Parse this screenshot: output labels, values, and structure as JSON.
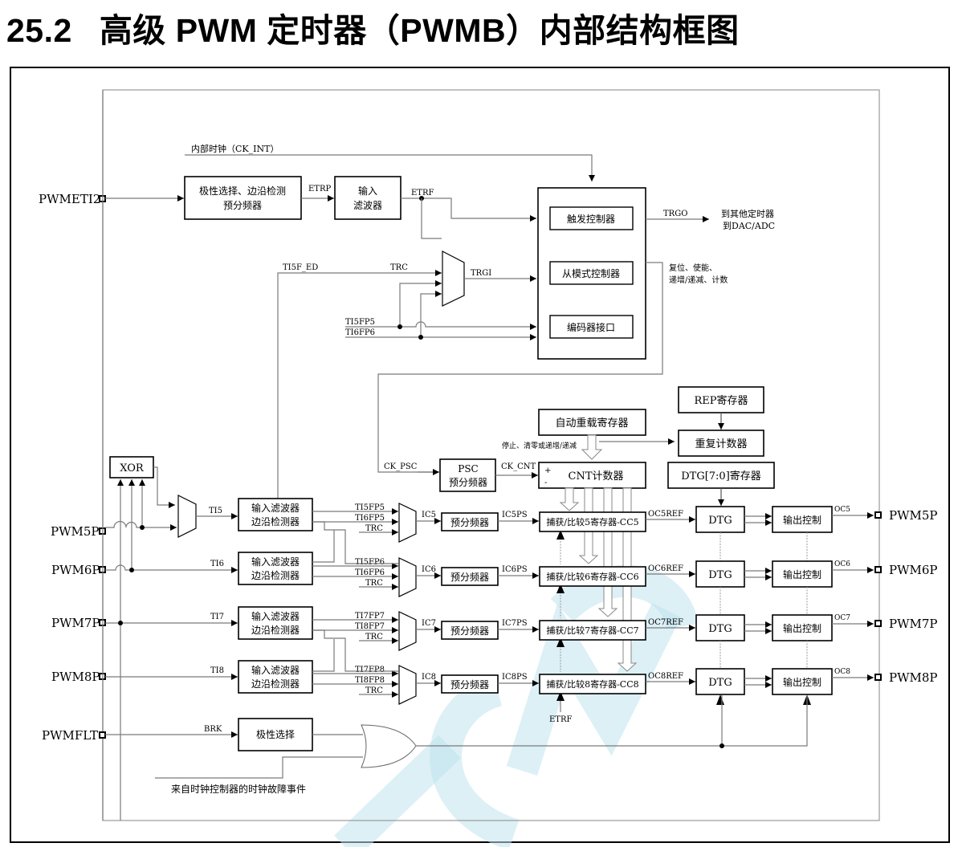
{
  "title": {
    "number": "25.2",
    "text": "高级 PWM 定时器（PWMB）内部结构框图"
  },
  "pins": {
    "etr": "PWMETI2",
    "ch5": "PWM5P",
    "ch6": "PWM6P",
    "ch7": "PWM7P",
    "ch8": "PWM8P",
    "flt": "PWMFLT",
    "out5": "PWM5P",
    "out6": "PWM6P",
    "out7": "PWM7P",
    "out8": "PWM8P"
  },
  "blocks": {
    "etr_prescaler_line1": "极性选择、边沿检测",
    "etr_prescaler_line2": "预分频器",
    "etr_filter_line1": "输入",
    "etr_filter_line2": "滤波器",
    "trigger_controller": "触发控制器",
    "slave_controller": "从模式控制器",
    "encoder_interface": "编码器接口",
    "auto_reload": "自动重载寄存器",
    "rep_register": "REP寄存器",
    "repetition_counter": "重复计数器",
    "dtg_register": "DTG[7:0]寄存器",
    "psc_line1": "PSC",
    "psc_line2": "预分频器",
    "cnt_counter": "CNT计数器",
    "cnt_plus": "+",
    "cnt_minus": "-",
    "xor": "XOR",
    "input_filter_line1": "输入滤波器",
    "input_filter_line2": "边沿检测器",
    "ic_prescaler": "预分频器",
    "cc5": "捕获/比较5寄存器-CC5",
    "cc6": "捕获/比较6寄存器-CC6",
    "cc7": "捕获/比较7寄存器-CC7",
    "cc8": "捕获/比较8寄存器-CC8",
    "dtg": "DTG",
    "output_control": "输出控制",
    "polarity_select": "极性选择"
  },
  "signals": {
    "ck_int": "内部时钟（CK_INT）",
    "etrp": "ETRP",
    "etrf": "ETRF",
    "trgo": "TRGO",
    "trgo_dest_line1": "到其他定时器",
    "trgo_dest_line2": "到DAC/ADC",
    "slave_note_line1": "复位、使能、",
    "slave_note_line2": "递增/递减、计数",
    "ti5f_ed": "TI5F_ED",
    "trc": "TRC",
    "trgi": "TRGI",
    "ti5fp5": "TI5FP5",
    "ti6fp6": "TI6FP6",
    "ck_psc": "CK_PSC",
    "ck_cnt": "CK_CNT",
    "reload_note": "停止、清零或递增/递减",
    "ti5": "TI5",
    "ti6": "TI6",
    "ti7": "TI7",
    "ti8": "TI8",
    "ch5_inputs": [
      "TI5FP5",
      "TI6FP5",
      "TRC"
    ],
    "ch6_inputs": [
      "TI5FP6",
      "TI6FP6",
      "TRC"
    ],
    "ch7_inputs": [
      "TI7FP7",
      "TI8FP7",
      "TRC"
    ],
    "ch8_inputs": [
      "TI7FP8",
      "TI8FP8",
      "TRC"
    ],
    "ic5": "IC5",
    "ic6": "IC6",
    "ic7": "IC7",
    "ic8": "IC8",
    "ic5ps": "IC5PS",
    "ic6ps": "IC6PS",
    "ic7ps": "IC7PS",
    "ic8ps": "IC8PS",
    "oc5ref": "OC5REF",
    "oc6ref": "OC6REF",
    "oc7ref": "OC7REF",
    "oc8ref": "OC8REF",
    "oc5": "OC5",
    "oc6": "OC6",
    "oc7": "OC7",
    "oc8": "OC8",
    "etrf_bottom": "ETRF",
    "brk": "BRK",
    "clock_fault": "来自时钟控制器的时钟故障事件"
  }
}
